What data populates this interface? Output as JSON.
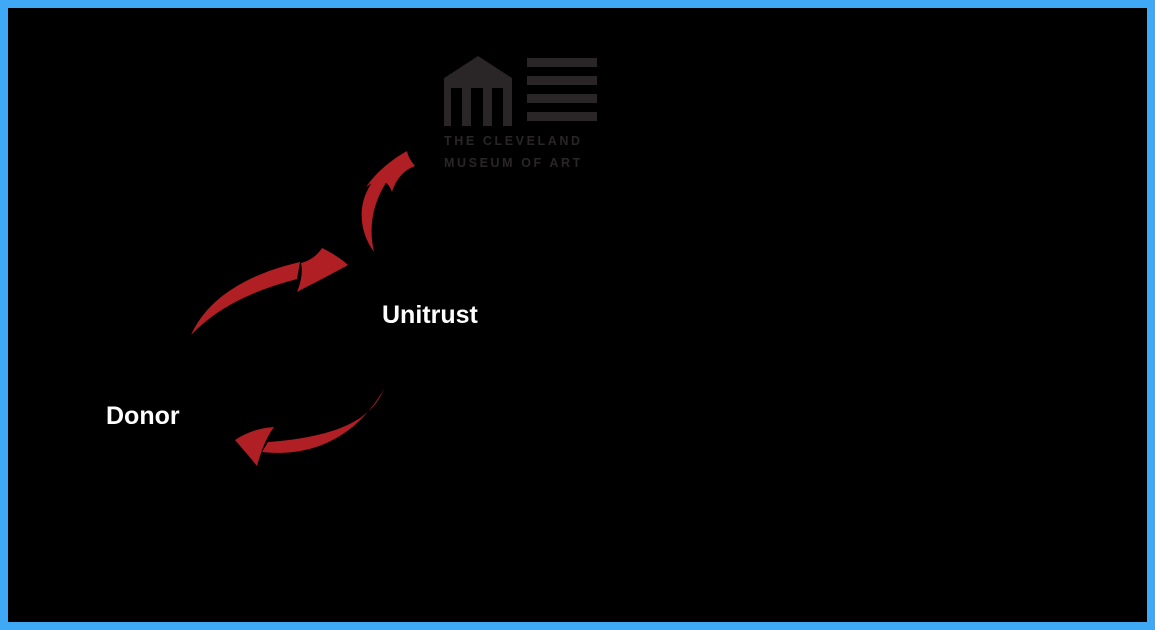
{
  "frame": {
    "background": "#000000",
    "border_color": "#3FA9F5"
  },
  "logo": {
    "organization": "The Cleveland Museum of Art",
    "line1": "THE CLEVELAND",
    "line2": "MUSEUM OF ART",
    "color": "#2A2627"
  },
  "diagram": {
    "arrow_color": "#B01F24",
    "label_color": "#FFFFFF",
    "nodes": [
      {
        "id": "donor",
        "label": "Donor"
      },
      {
        "id": "unitrust",
        "label": "Unitrust"
      }
    ],
    "flows": [
      {
        "from": "Donor",
        "to": "Unitrust"
      },
      {
        "from": "Unitrust",
        "to": "Donor"
      },
      {
        "from": "Unitrust",
        "to": "The Cleveland Museum of Art"
      }
    ]
  }
}
